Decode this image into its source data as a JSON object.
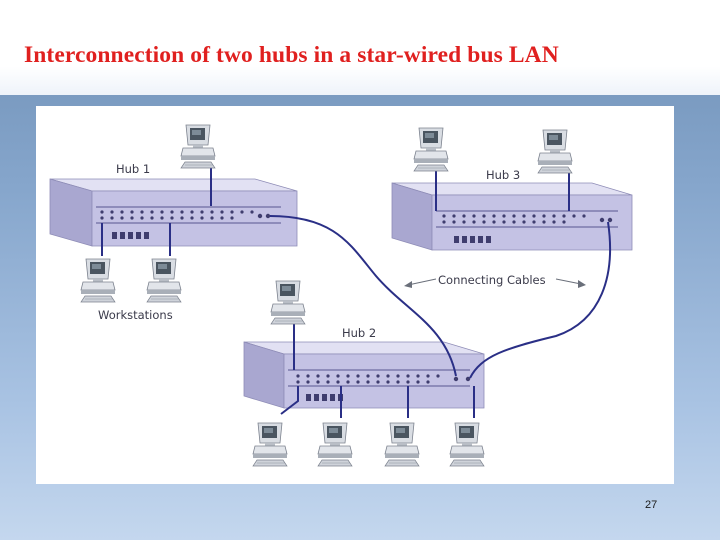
{
  "slide": {
    "title": "Interconnection of two hubs in a star-wired bus LAN",
    "page_number": "27"
  },
  "diagram": {
    "labels": {
      "hub1": "Hub 1",
      "hub2": "Hub 2",
      "hub3": "Hub 3",
      "workstations": "Workstations",
      "connecting_cables": "Connecting Cables"
    },
    "hub_color": "#bfbde0",
    "cable_color": "#2a2f86"
  }
}
